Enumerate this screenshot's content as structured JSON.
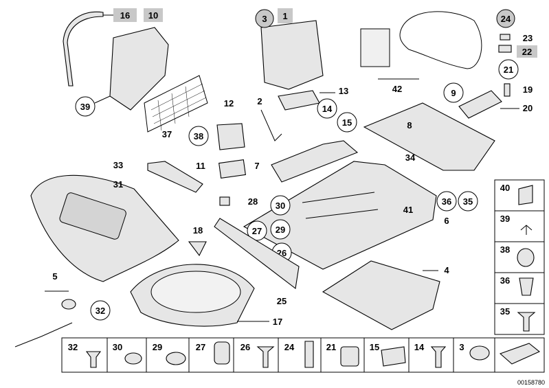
{
  "diagram_id": "00158780",
  "labels": [
    "1",
    "2",
    "3",
    "4",
    "5",
    "6",
    "7",
    "8",
    "9",
    "10",
    "11",
    "12",
    "13",
    "14",
    "15",
    "16",
    "17",
    "18",
    "19",
    "20",
    "21",
    "22",
    "23",
    "24",
    "25",
    "26",
    "27",
    "28",
    "29",
    "30",
    "31",
    "32",
    "33",
    "34",
    "35",
    "36",
    "37",
    "38",
    "39",
    "40",
    "41",
    "42"
  ],
  "side_legend": [
    "40",
    "39",
    "38",
    "36",
    "35"
  ],
  "bottom_legend": [
    "32",
    "30",
    "29",
    "27",
    "26",
    "24",
    "21",
    "15",
    "14",
    "3"
  ]
}
